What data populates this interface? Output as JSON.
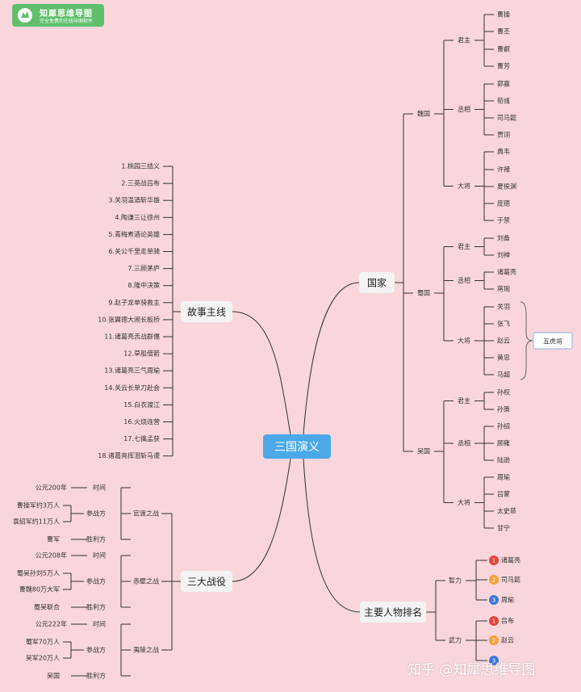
{
  "logo": {
    "title": "知犀思维导图",
    "subtitle": "完全免费的在线导图软件"
  },
  "watermark": "知乎 @知犀思维导图",
  "colors": {
    "background": "#f8d6dc",
    "center_node": "#4aa9e6",
    "node": "#f3f3f3",
    "rank_1": "#e0463a",
    "rank_2": "#f2a23a",
    "rank_3": "#3d77d8"
  },
  "center": "三国演义",
  "story": {
    "title": "故事主线",
    "items": [
      "1.桃园三结义",
      "2.三英战吕布",
      "3.关羽温酒斩华雄",
      "4.陶谦三让徐州",
      "5.青梅煮酒论英雄",
      "6.关公千里走单骑",
      "7.三顾茅庐",
      "8.隆中决策",
      "9.赵子龙单骑救主",
      "10.张翼德大闹长板桥",
      "11.诸葛亮舌战群儒",
      "12.草船借箭",
      "13.诸葛亮三气周瑜",
      "14.关云长单刀赴会",
      "15.白衣渡江",
      "16.火烧连营",
      "17.七擒孟获",
      "18.诸葛亮挥泪斩马谡"
    ]
  },
  "battles": {
    "title": "三大战役",
    "list": [
      {
        "name": "官渡之战",
        "time_label": "时间",
        "time": "公元200年",
        "side_label": "参战方",
        "sides": [
          "曹操军约3万人",
          "袁绍军约11万人"
        ],
        "winner_label": "胜利方",
        "winner": "曹军"
      },
      {
        "name": "赤壁之战",
        "time_label": "时间",
        "time": "公元208年",
        "side_label": "参战方",
        "sides": [
          "蜀吴孙刘5万人",
          "曹魏80万大军"
        ],
        "winner_label": "胜利方",
        "winner": "蜀吴联合"
      },
      {
        "name": "夷陵之战",
        "time_label": "时间",
        "time": "公元222年",
        "side_label": "参战方",
        "sides": [
          "蜀军70万人",
          "吴军20万人"
        ],
        "winner_label": "胜利方",
        "winner": "吴国"
      }
    ]
  },
  "countries": {
    "title": "国家",
    "list": [
      {
        "name": "魏国",
        "groups": [
          {
            "label": "君主",
            "people": [
              "曹操",
              "曹丕",
              "曹叡",
              "曹芳"
            ]
          },
          {
            "label": "丞相",
            "people": [
              "郭嘉",
              "荀彧",
              "司马懿",
              "贾诩"
            ]
          },
          {
            "label": "大将",
            "people": [
              "典韦",
              "许褚",
              "夏侯渊",
              "庞德",
              "于禁"
            ]
          }
        ]
      },
      {
        "name": "蜀国",
        "groups": [
          {
            "label": "君主",
            "people": [
              "刘备",
              "刘禅"
            ]
          },
          {
            "label": "丞相",
            "people": [
              "诸葛亮",
              "蒋琬"
            ]
          },
          {
            "label": "大将",
            "people": [
              "关羽",
              "张飞",
              "赵云",
              "黄忠",
              "马超"
            ]
          }
        ]
      },
      {
        "name": "吴国",
        "groups": [
          {
            "label": "君主",
            "people": [
              "孙权",
              "孙策"
            ]
          },
          {
            "label": "丞相",
            "people": [
              "孙绍",
              "顾雍",
              "陆逊"
            ]
          },
          {
            "label": "大将",
            "people": [
              "周瑜",
              "吕蒙",
              "太史慈",
              "甘宁"
            ]
          }
        ]
      }
    ],
    "summary_label": "五虎将"
  },
  "ranking": {
    "title": "主要人物排名",
    "categories": [
      {
        "label": "智力",
        "items": [
          {
            "rank": "1",
            "name": "诸葛亮"
          },
          {
            "rank": "2",
            "name": "司马懿"
          },
          {
            "rank": "3",
            "name": "周瑜"
          }
        ]
      },
      {
        "label": "武力",
        "items": [
          {
            "rank": "1",
            "name": "吕布"
          },
          {
            "rank": "2",
            "name": "赵云"
          },
          {
            "rank": "3",
            "name": ""
          }
        ]
      }
    ]
  }
}
